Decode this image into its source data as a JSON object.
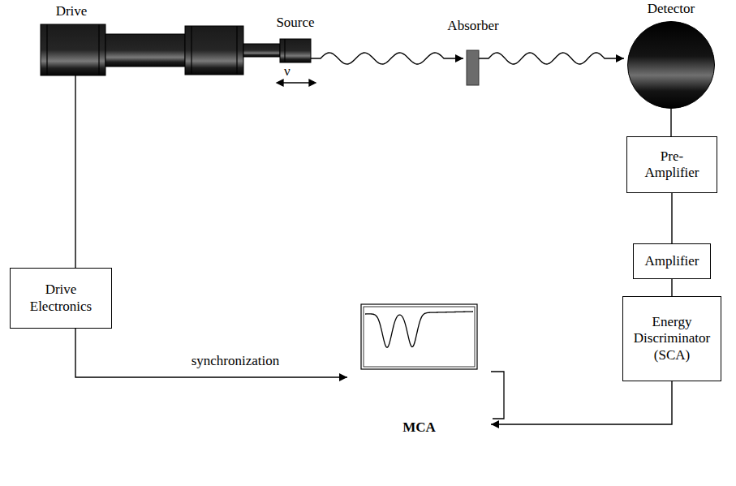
{
  "diagram": {
    "nodes": [
      {
        "text": [
          "Drive"
        ]
      },
      {
        "text": [
          "Source"
        ]
      },
      {
        "text": [
          "Absorber"
        ]
      },
      {
        "text": [
          "Detector"
        ]
      },
      {
        "text": [
          "Pre- Amplifier"
        ]
      },
      {
        "text": [
          "Amplifier"
        ]
      },
      {
        "text": [
          "Energy Discriminator (SCA)"
        ]
      },
      {
        "text": [
          "Drive Electronics"
        ]
      },
      {
        "text": [
          "MCA"
        ]
      }
    ],
    "edges": [
      {
        "from": 1,
        "to": 2,
        "arrow": "to"
      },
      {
        "from": 2,
        "to": 3,
        "arrow": "to"
      },
      {
        "from": 3,
        "to": 4,
        "arrow": "none"
      },
      {
        "from": 4,
        "to": 5,
        "arrow": "none"
      },
      {
        "from": 5,
        "to": 6,
        "arrow": "none"
      },
      {
        "from": 6,
        "to": 8,
        "arrow": "to"
      },
      {
        "from": 0,
        "to": 7,
        "arrow": "none"
      },
      {
        "from": 7,
        "to": 8,
        "label": "synchronization",
        "arrow": "to"
      }
    ],
    "labels": [
      "ν"
    ]
  }
}
